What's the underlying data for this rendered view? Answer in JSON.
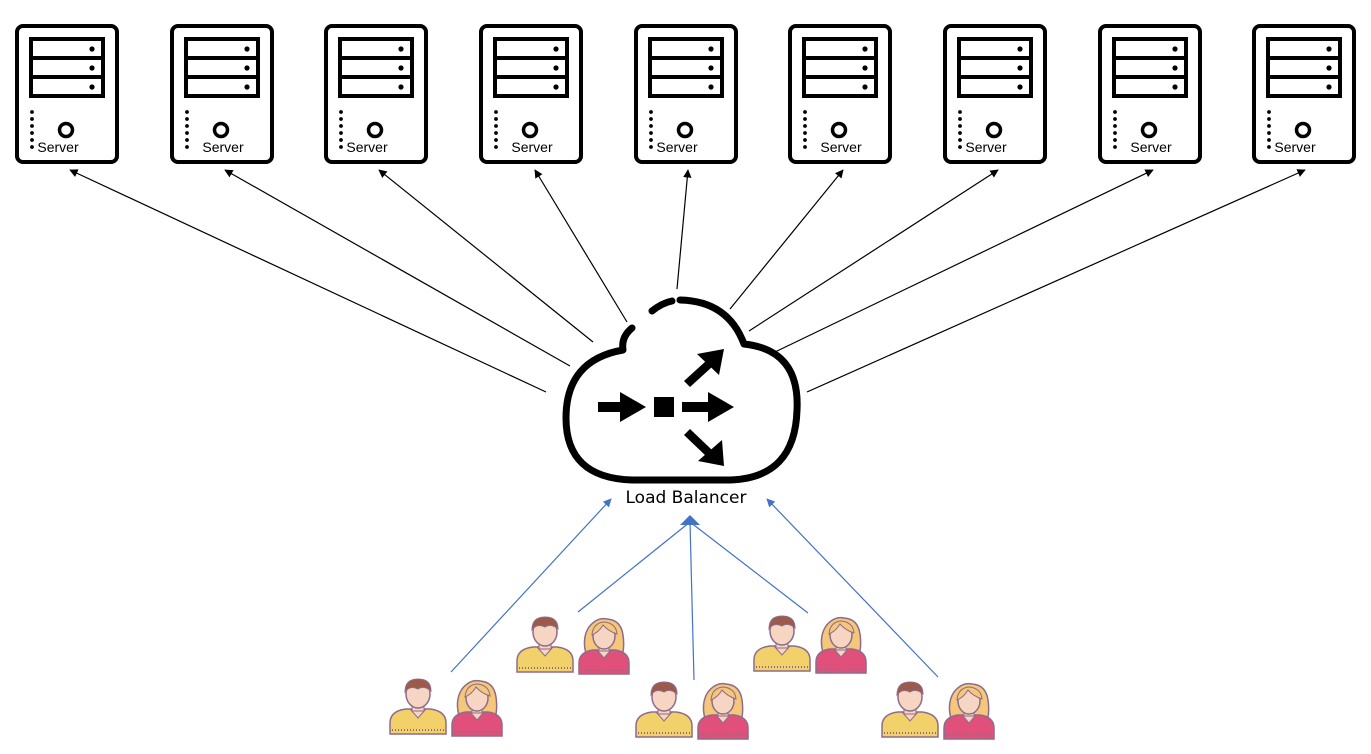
{
  "diagram": {
    "servers": [
      {
        "label": "Server"
      },
      {
        "label": "Server"
      },
      {
        "label": "Server"
      },
      {
        "label": "Server"
      },
      {
        "label": "Server"
      },
      {
        "label": "Server"
      },
      {
        "label": "Server"
      },
      {
        "label": "Server"
      },
      {
        "label": "Server"
      }
    ],
    "load_balancer": {
      "label": "Load Balancer"
    },
    "user_groups": 5,
    "colors": {
      "server_arrows": "#000000",
      "user_arrows": "#4472C4",
      "male_shirt": "#F2D16B",
      "female_shirt": "#E0507A",
      "skin": "#F6D5C2",
      "male_hair": "#9C5A4B",
      "female_hair": "#F4C77A",
      "outline": "#8E6C8A"
    }
  }
}
